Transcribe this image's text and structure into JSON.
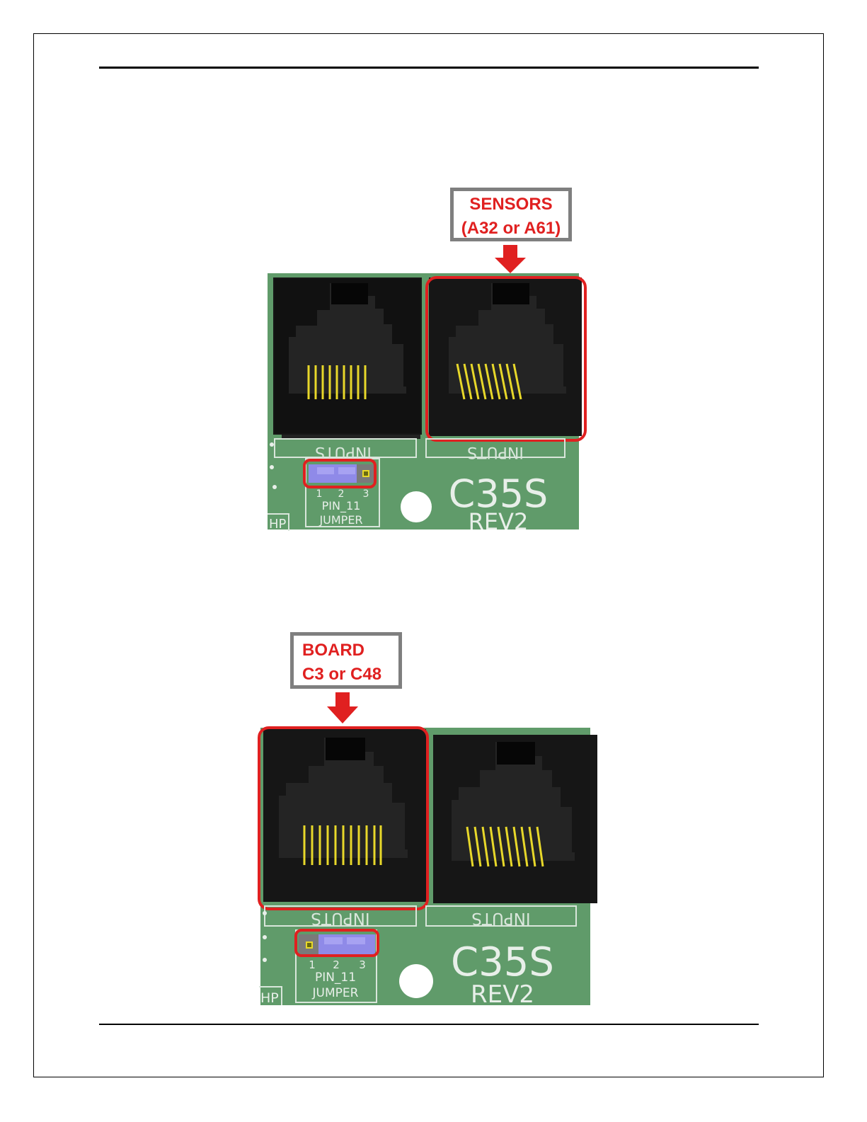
{
  "figure_top": {
    "callout": {
      "line1": "SENSORS",
      "line2": "(A32 or A61)"
    },
    "connector_labels": [
      "INPUTS",
      "INPUTS"
    ],
    "jumper": {
      "pins": [
        "1",
        "2",
        "3"
      ],
      "line1": "PIN_11",
      "line2": "JUMPER"
    },
    "board": {
      "model": "C35S",
      "revision": "REV2"
    },
    "partial_label": "HP"
  },
  "figure_bottom": {
    "callout": {
      "line1": "BOARD",
      "line2": "C3 or C48"
    },
    "connector_labels": [
      "INPUTS",
      "INPUTS"
    ],
    "jumper": {
      "pins": [
        "1",
        "2",
        "3"
      ],
      "line1": "PIN_11",
      "line2": "JUMPER"
    },
    "board": {
      "model": "C35S",
      "revision": "REV2"
    },
    "partial_label": "HP"
  },
  "colors": {
    "pcb_green": "#609b6a",
    "connector_black": "#121212",
    "pin_gold": "#e8d82a",
    "highlight_red": "#e02020",
    "jumper_blue": "#8f8ae8",
    "callout_border": "#7f7f7f"
  }
}
